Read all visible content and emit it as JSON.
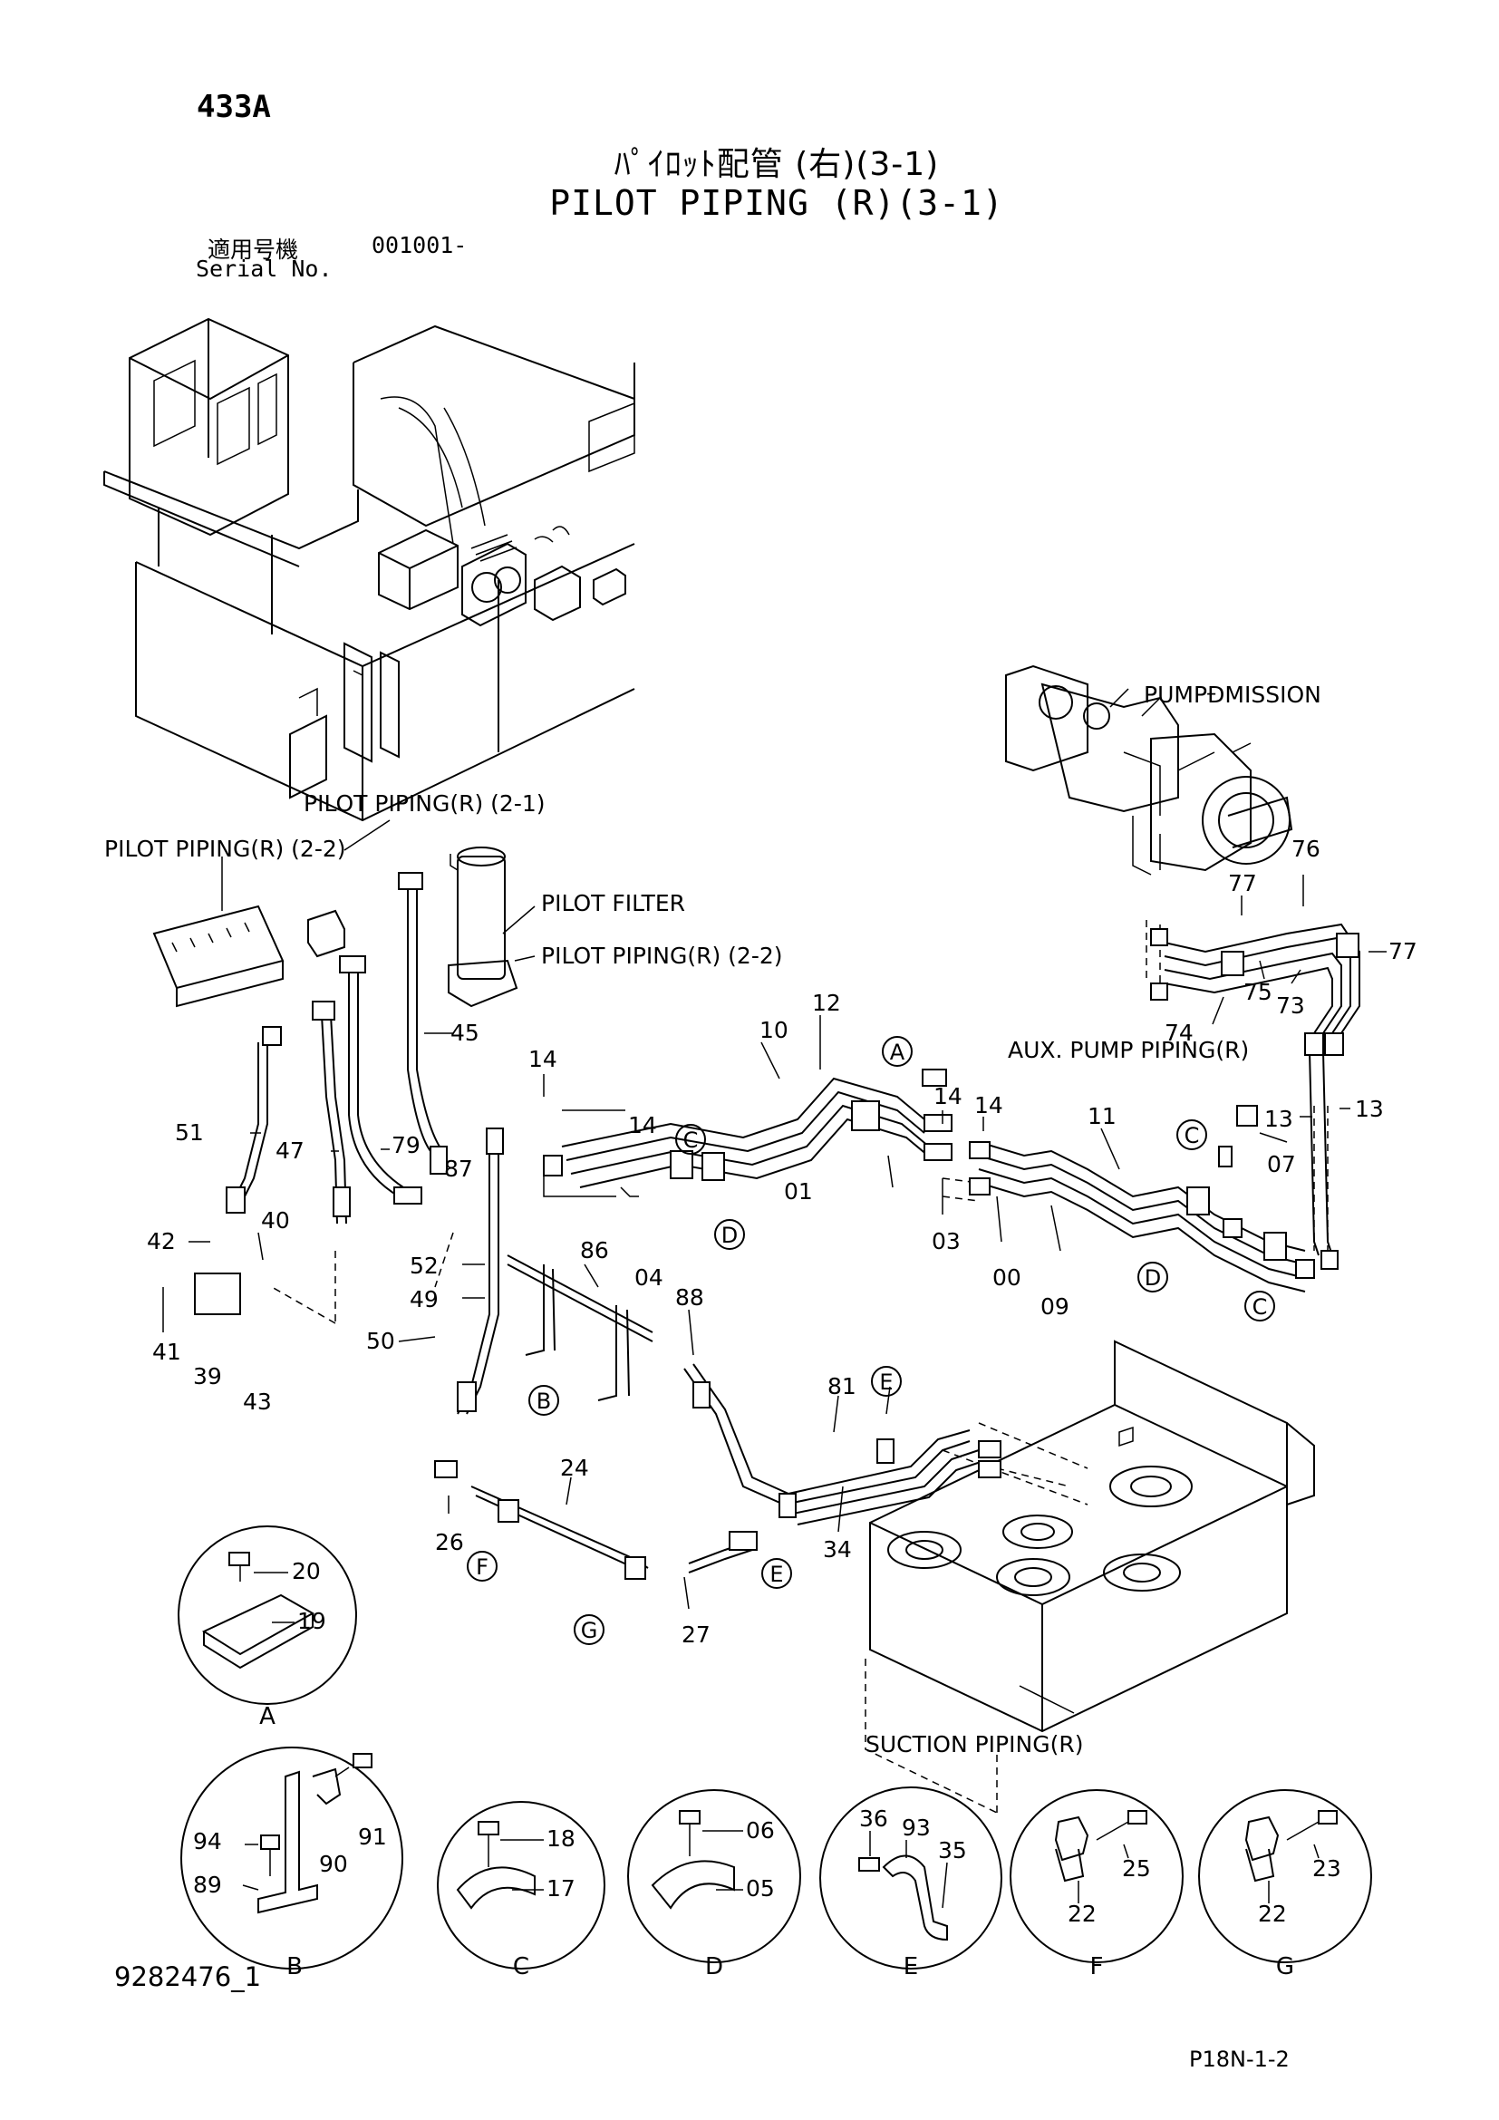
{
  "header": {
    "page_no": "433A",
    "title_jp": "ﾊﾟｲﾛｯﾄ配管 (右)(3-1)",
    "title_en": "PILOT PIPING (R)(3-1)",
    "serial_label_jp": "適用号機",
    "serial_number": "001001-",
    "serial_label_en": "Serial No."
  },
  "callouts": {
    "pump_mission": "PUMPÐMISSION",
    "pilot_piping_r_21": "PILOT PIPING(R) (2-1)",
    "pilot_piping_r_22_left": "PILOT PIPING(R) (2-2)",
    "pilot_filter": "PILOT FILTER",
    "pilot_piping_r_22_right": "PILOT PIPING(R) (2-2)",
    "aux_pump_piping": "AUX. PUMP PIPING(R)",
    "suction_piping": "SUCTION PIPING(R)"
  },
  "part_numbers": {
    "p12": "12",
    "p10": "10",
    "p14a": "14",
    "p14b": "14",
    "p14c": "14",
    "p14d": "14",
    "p01": "01",
    "p04": "04",
    "p03": "03",
    "p00": "00",
    "p09": "09",
    "p11": "11",
    "p13a": "13",
    "p13b": "13",
    "p07": "07",
    "p76": "76",
    "p77a": "77",
    "p77b": "77",
    "p75": "75",
    "p73": "73",
    "p74": "74",
    "p45": "45",
    "p51": "51",
    "p47": "47",
    "p79": "79",
    "p87": "87",
    "p86": "86",
    "p52": "52",
    "p49": "49",
    "p50": "50",
    "p42": "42",
    "p40": "40",
    "p41": "41",
    "p39": "39",
    "p43": "43",
    "p88": "88",
    "p81": "81",
    "p24": "24",
    "p26": "26",
    "p27": "27",
    "p34": "34",
    "p20": "20",
    "p19": "19",
    "p94": "94",
    "p89": "89",
    "p90": "90",
    "p91": "91",
    "p18": "18",
    "p17": "17",
    "p06": "06",
    "p05": "05",
    "p36": "36",
    "p93": "93",
    "p35": "35",
    "p25": "25",
    "p22a": "22",
    "p23": "23",
    "p22b": "22"
  },
  "reference_letters": {
    "a": "A",
    "b": "B",
    "c1": "C",
    "c2": "C",
    "c3": "C",
    "d1": "D",
    "d2": "D",
    "e1": "E",
    "e2": "E",
    "f": "F",
    "g": "G"
  },
  "detail_views": {
    "a": "A",
    "b": "B",
    "c": "C",
    "d": "D",
    "e": "E",
    "f": "F",
    "g": "G"
  },
  "footer": {
    "drawing_no": "9282476_1",
    "sheet_code": "P18N-1-2"
  }
}
